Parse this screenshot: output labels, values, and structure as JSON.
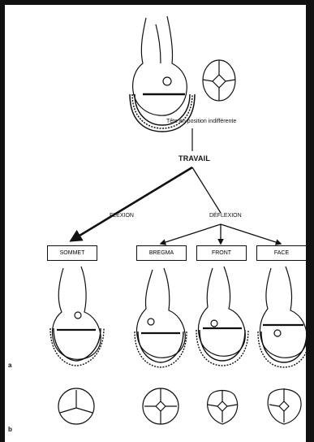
{
  "caption": "Tête en position indifférente",
  "center_label": "TRAVAIL",
  "branches": {
    "left": "FLEXION",
    "right": "DÉFLEXION"
  },
  "positions": [
    "SOMMET",
    "BREGMA",
    "FRONT",
    "FACE"
  ],
  "panels": {
    "a": "a",
    "b": "b"
  }
}
